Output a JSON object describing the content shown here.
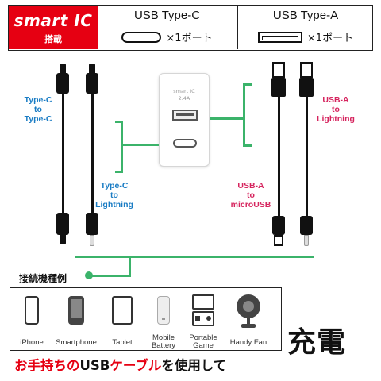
{
  "header": {
    "badge_title": "smart IC",
    "badge_sub": "搭載",
    "port_c_name": "USB Type-C",
    "port_c_qty": "×1ポート",
    "port_a_name": "USB Type-A",
    "port_a_qty": "×1ポート"
  },
  "charger": {
    "brand": "smart IC",
    "amp": "2.4A"
  },
  "labels": {
    "c_to_c": "Type-C\nto\nType-C",
    "c_to_lightning": "Type-C\nto\nLightning",
    "a_to_lightning": "USB-A\nto\nLightning",
    "a_to_micro": "USB-A\nto\nmicroUSB"
  },
  "devices": {
    "heading": "接続機種例",
    "items": [
      {
        "label": "iPhone",
        "icon": "iphone-icon"
      },
      {
        "label": "Smartphone",
        "icon": "smartphone-icon"
      },
      {
        "label": "Tablet",
        "icon": "tablet-icon"
      },
      {
        "label": "Mobile\nBattery",
        "icon": "mobile-battery-icon"
      },
      {
        "label": "Portable\nGame",
        "icon": "portable-game-icon"
      },
      {
        "label": "Handy Fan",
        "icon": "handy-fan-icon"
      }
    ]
  },
  "charge_text": "充電",
  "footer": {
    "part1": "お手持ちの",
    "part2": "USB",
    "part3": "ケーブル",
    "part4": "を使用して"
  },
  "colors": {
    "brand_red": "#e60012",
    "label_blue": "#1a7cc4",
    "label_pink": "#d6245e",
    "line_green": "#3bb36a"
  }
}
